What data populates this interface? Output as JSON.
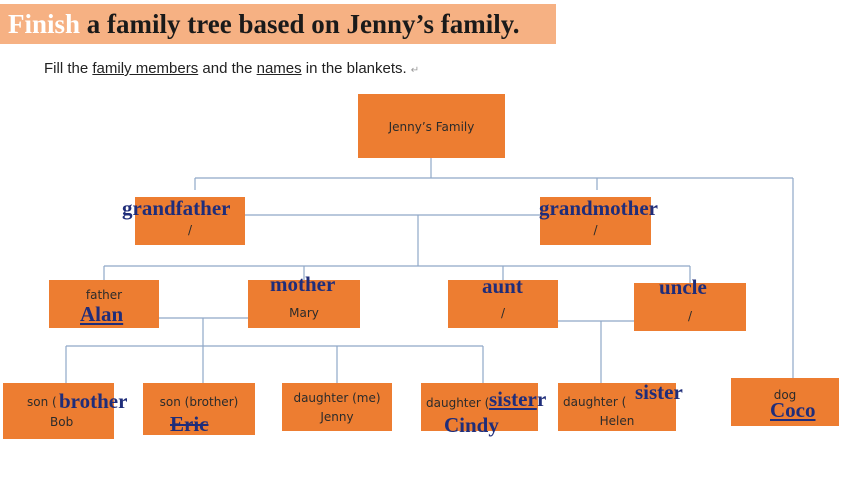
{
  "title": {
    "highlight": "Finish",
    "rest": " a family tree based on Jenny’s family."
  },
  "instruction": {
    "pre": "Fill the ",
    "u1": "family members",
    "mid": " and the ",
    "u2": "names",
    "post": " in the blankets.",
    "mark": "↵"
  },
  "root": {
    "label": "Jenny’s Family"
  },
  "grandfather": {
    "answer": "grandfather",
    "name": "/"
  },
  "grandmother": {
    "answer": "grandmother",
    "name": "/"
  },
  "father": {
    "label": "father",
    "answer": "Alan"
  },
  "mother": {
    "answer": "mother",
    "name": "Mary"
  },
  "aunt": {
    "answer": "aunt",
    "name": "/"
  },
  "uncle": {
    "answer": "uncle",
    "name": "/"
  },
  "son1": {
    "label": "son (",
    "answer": "brother",
    "name": "Bob"
  },
  "son2": {
    "label": "son (brother)",
    "answer": "Eric"
  },
  "daughter_me": {
    "label": "daughter (me)",
    "name": "Jenny"
  },
  "daughter2": {
    "label": "daughter (",
    "answer": "sister",
    "close": "r",
    "name": "Cindy"
  },
  "daughter3": {
    "label": "daughter (",
    "answer": "sister",
    "name": "Helen"
  },
  "dog": {
    "label": "dog",
    "name": "Coco"
  },
  "colors": {
    "box": "#ed7d31",
    "title_bg": "#f6b183",
    "answer": "#1f2d7a",
    "line": "#8fa8c8"
  }
}
